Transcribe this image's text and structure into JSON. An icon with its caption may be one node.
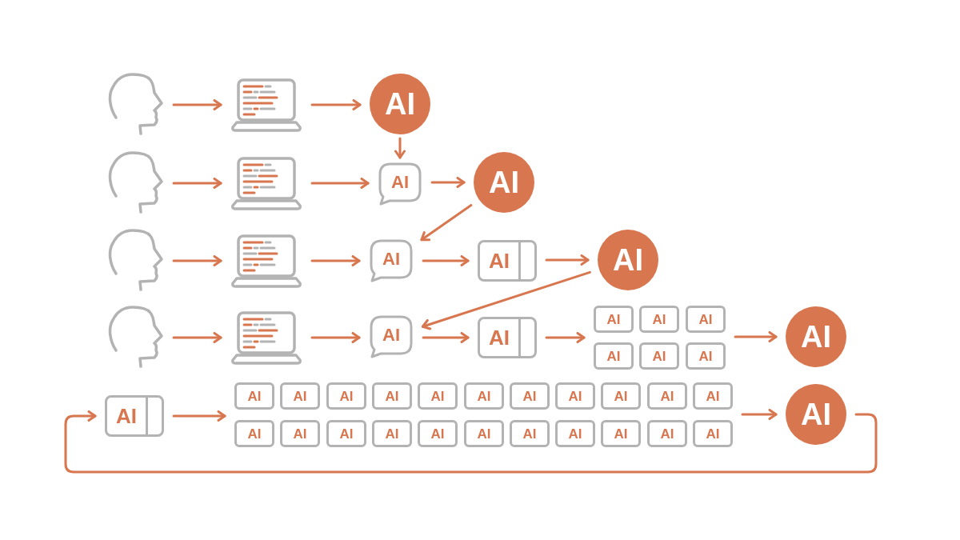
{
  "diagram": {
    "nodes": [
      {
        "text": [],
        "shape": "person"
      },
      {
        "text": [],
        "shape": "laptop"
      },
      {
        "text": [
          "AI"
        ]
      },
      {
        "text": [],
        "shape": "person"
      },
      {
        "text": [],
        "shape": "laptop"
      },
      {
        "text": [
          "AI"
        ]
      },
      {
        "text": [
          "AI"
        ]
      },
      {
        "text": [],
        "shape": "person"
      },
      {
        "text": [],
        "shape": "laptop"
      },
      {
        "text": [
          "AI"
        ]
      },
      {
        "text": [
          "AI"
        ]
      },
      {
        "text": [
          "AI"
        ]
      },
      {
        "text": [],
        "shape": "person"
      },
      {
        "text": [],
        "shape": "laptop"
      },
      {
        "text": [
          "AI"
        ]
      },
      {
        "text": [
          "AI"
        ]
      },
      {
        "text": [
          "AI"
        ]
      },
      {
        "text": [
          "AI"
        ]
      },
      {
        "text": [
          "AI"
        ]
      },
      {
        "text": [
          "AI"
        ]
      },
      {
        "text": [
          "AI"
        ]
      },
      {
        "text": [
          "AI"
        ]
      },
      {
        "text": [
          "AI"
        ]
      },
      {
        "text": [
          "AI"
        ]
      },
      {
        "text": [
          "AI"
        ]
      },
      {
        "text": [
          "AI"
        ]
      },
      {
        "text": [
          "AI"
        ]
      },
      {
        "text": [
          "AI"
        ]
      },
      {
        "text": [
          "AI"
        ]
      },
      {
        "text": [
          "AI"
        ]
      },
      {
        "text": [
          "AI"
        ]
      },
      {
        "text": [
          "AI"
        ]
      },
      {
        "text": [
          "AI"
        ]
      },
      {
        "text": [
          "AI"
        ]
      },
      {
        "text": [
          "AI"
        ]
      },
      {
        "text": [
          "AI"
        ]
      },
      {
        "text": [
          "AI"
        ]
      },
      {
        "text": [
          "AI"
        ]
      },
      {
        "text": [
          "AI"
        ]
      },
      {
        "text": [
          "AI"
        ]
      },
      {
        "text": [
          "AI"
        ]
      },
      {
        "text": [
          "AI"
        ]
      },
      {
        "text": [
          "AI"
        ]
      },
      {
        "text": [
          "AI"
        ]
      },
      {
        "text": [
          "AI"
        ]
      },
      {
        "text": [
          "AI"
        ]
      },
      {
        "text": [
          "AI"
        ]
      }
    ],
    "edges": [
      {
        "from": 0,
        "to": 1,
        "arrow": "to"
      },
      {
        "from": 1,
        "to": 2,
        "arrow": "to"
      },
      {
        "from": 2,
        "to": 5,
        "arrow": "to"
      },
      {
        "from": 3,
        "to": 4,
        "arrow": "to"
      },
      {
        "from": 4,
        "to": 5,
        "arrow": "to"
      },
      {
        "from": 5,
        "to": 6,
        "arrow": "to"
      },
      {
        "from": 6,
        "to": 9,
        "arrow": "to"
      },
      {
        "from": 7,
        "to": 8,
        "arrow": "to"
      },
      {
        "from": 8,
        "to": 9,
        "arrow": "to"
      },
      {
        "from": 9,
        "to": 10,
        "arrow": "to"
      },
      {
        "from": 10,
        "to": 11,
        "arrow": "to"
      },
      {
        "from": 11,
        "to": 14,
        "arrow": "to"
      },
      {
        "from": 12,
        "to": 13,
        "arrow": "to"
      },
      {
        "from": 13,
        "to": 14,
        "arrow": "to"
      },
      {
        "from": 14,
        "to": 15,
        "arrow": "to"
      },
      {
        "from": 15,
        "to": 16,
        "arrow": "to"
      },
      {
        "from": 15,
        "to": 19,
        "arrow": "to"
      },
      {
        "from": 18,
        "to": 22,
        "arrow": "to"
      },
      {
        "from": 21,
        "to": 22,
        "arrow": "to"
      },
      {
        "from": 23,
        "to": 24,
        "arrow": "to"
      },
      {
        "from": 23,
        "to": 35,
        "arrow": "to"
      },
      {
        "from": 34,
        "to": 46,
        "arrow": "to"
      },
      {
        "from": 45,
        "to": 46,
        "arrow": "to"
      },
      {
        "from": 46,
        "to": 23,
        "arrow": "to"
      }
    ]
  }
}
